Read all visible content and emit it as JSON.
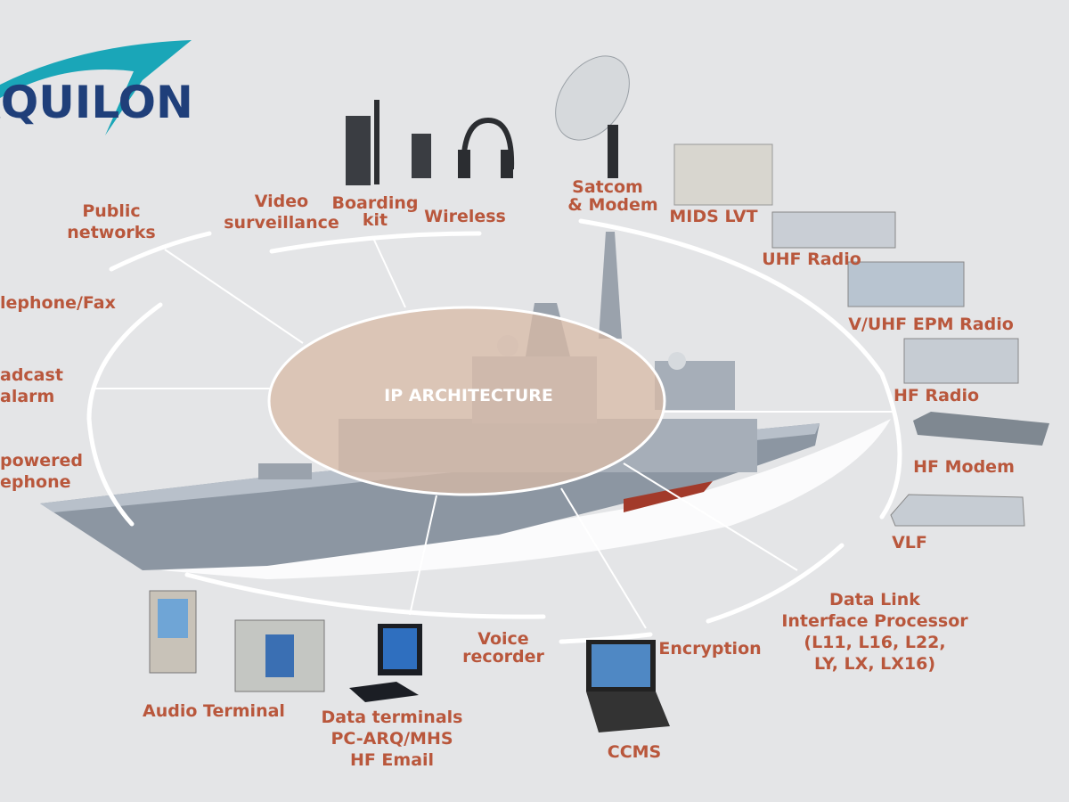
{
  "logo": {
    "text": "AQUILON",
    "colors": {
      "swoosh": "#1aa6b8",
      "text": "#1f3f7a"
    }
  },
  "center": {
    "label": "IP ARCHITECTURE"
  },
  "colors": {
    "label": "#b9573c",
    "ring": "#ffffff",
    "background": "#e4e5e7",
    "core": "#d8b9a5"
  },
  "labels": {
    "public_networks": [
      "Public",
      "networks"
    ],
    "video_surveillance": [
      "Video",
      "surveillance"
    ],
    "boarding_kit": [
      "Boarding",
      "kit"
    ],
    "wireless": [
      "Wireless"
    ],
    "satcom": [
      "Satcom",
      "& Modem"
    ],
    "mids": [
      "MIDS LVT"
    ],
    "uhf": [
      "UHF Radio"
    ],
    "vuhf": [
      "V/UHF EPM Radio"
    ],
    "hf_radio": [
      "HF Radio"
    ],
    "hf_modem": [
      "HF Modem"
    ],
    "vlf": [
      "VLF"
    ],
    "data_link": [
      "Data Link",
      "Interface Processor",
      "(L11, L16, L22,",
      "LY, LX, LX16)"
    ],
    "encryption": [
      "Encryption"
    ],
    "ccms": [
      "CCMS"
    ],
    "voice_recorder": [
      "Voice",
      "recorder"
    ],
    "data_terminals": [
      "Data terminals",
      "PC-ARQ/MHS",
      "HF Email"
    ],
    "audio_terminal": [
      "Audio Terminal"
    ],
    "telephone_fax": [
      "lephone/Fax"
    ],
    "broadcast_alarm": [
      "adcast",
      "alarm"
    ],
    "sound_powered": [
      "powered",
      "ephone"
    ]
  }
}
